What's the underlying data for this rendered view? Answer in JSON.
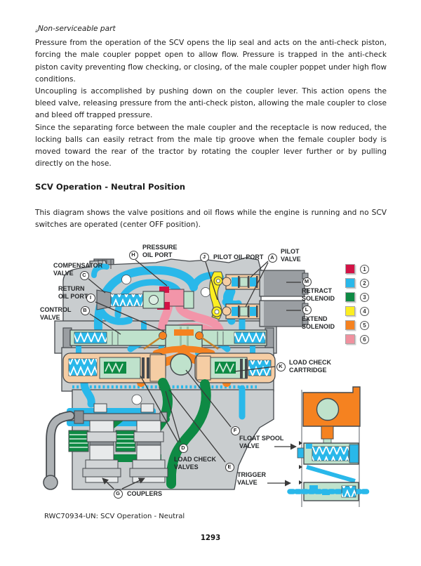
{
  "document": {
    "footnote_marker": "a",
    "footnote_text": "Non-serviceable part",
    "paragraph_1": "Pressure from the operation of the SCV opens the lip seal and acts on the anti-check piston, forcing the male coupler poppet open to allow flow. Pressure is trapped in the anti-check piston cavity preventing flow checking, or closing, of the male coupler poppet under high flow conditions.",
    "paragraph_2": "Uncoupling is accomplished by pushing down on the coupler lever. This action opens the bleed valve, releasing pressure from the anti-check piston, allowing the male coupler to close and bleed off trapped pressure.",
    "paragraph_3": "Since the separating force between the male coupler and the receptacle is now reduced, the locking balls can easily retract from the male tip groove when the female coupler body is moved toward the rear of the tractor by rotating the coupler lever further or by pulling directly on the hose.",
    "heading": "SCV Operation - Neutral Position",
    "paragraph_4": "This diagram shows the valve positions and oil flows while the engine is running and no SCV switches are operated (center OFF position).",
    "figure_caption": "RWC70934-UN: SCV Operation - Neutral",
    "page_number": "1293"
  },
  "diagram": {
    "labels": {
      "pressure_oil_port": {
        "key": "H",
        "text": "PRESSURE\nOIL PORT"
      },
      "pilot_oil_port": {
        "key": "J",
        "text": "PILOT OIL PORT"
      },
      "pilot_valve": {
        "key": "A",
        "text": "PILOT\nVALVE"
      },
      "compensator_valve": {
        "key": "C",
        "text": "COMPENSATOR\nVALVE"
      },
      "return_oil_port": {
        "key": "I",
        "text": "RETURN\nOIL PORT"
      },
      "control_valve": {
        "key": "B",
        "text": "CONTROL\nVALVE"
      },
      "retract_solenoid": {
        "key": "M",
        "text": "RETRACT\nSOLENOID"
      },
      "extend_solenoid": {
        "key": "L",
        "text": "EXTEND\nSOLENOID"
      },
      "load_check_cartridge": {
        "key": "K",
        "text": "LOAD CHECK\nCARTRIDGE"
      },
      "float_spool_valve": {
        "key": "F",
        "text": "FLOAT SPOOL\nVALVE"
      },
      "load_check_valves": {
        "key": "D",
        "text": "LOAD CHECK\nVALVES"
      },
      "trigger_valve": {
        "key": "E",
        "text": "TRIGGER\nVALVE"
      },
      "couplers": {
        "key": "G",
        "text": "COUPLERS"
      }
    },
    "legend": [
      {
        "number": "1",
        "color": "#D31245"
      },
      {
        "number": "2",
        "color": "#29B8EA"
      },
      {
        "number": "3",
        "color": "#0E8A44"
      },
      {
        "number": "4",
        "color": "#FCEE21"
      },
      {
        "number": "5",
        "color": "#F58220"
      },
      {
        "number": "6",
        "color": "#F0919F"
      }
    ]
  }
}
